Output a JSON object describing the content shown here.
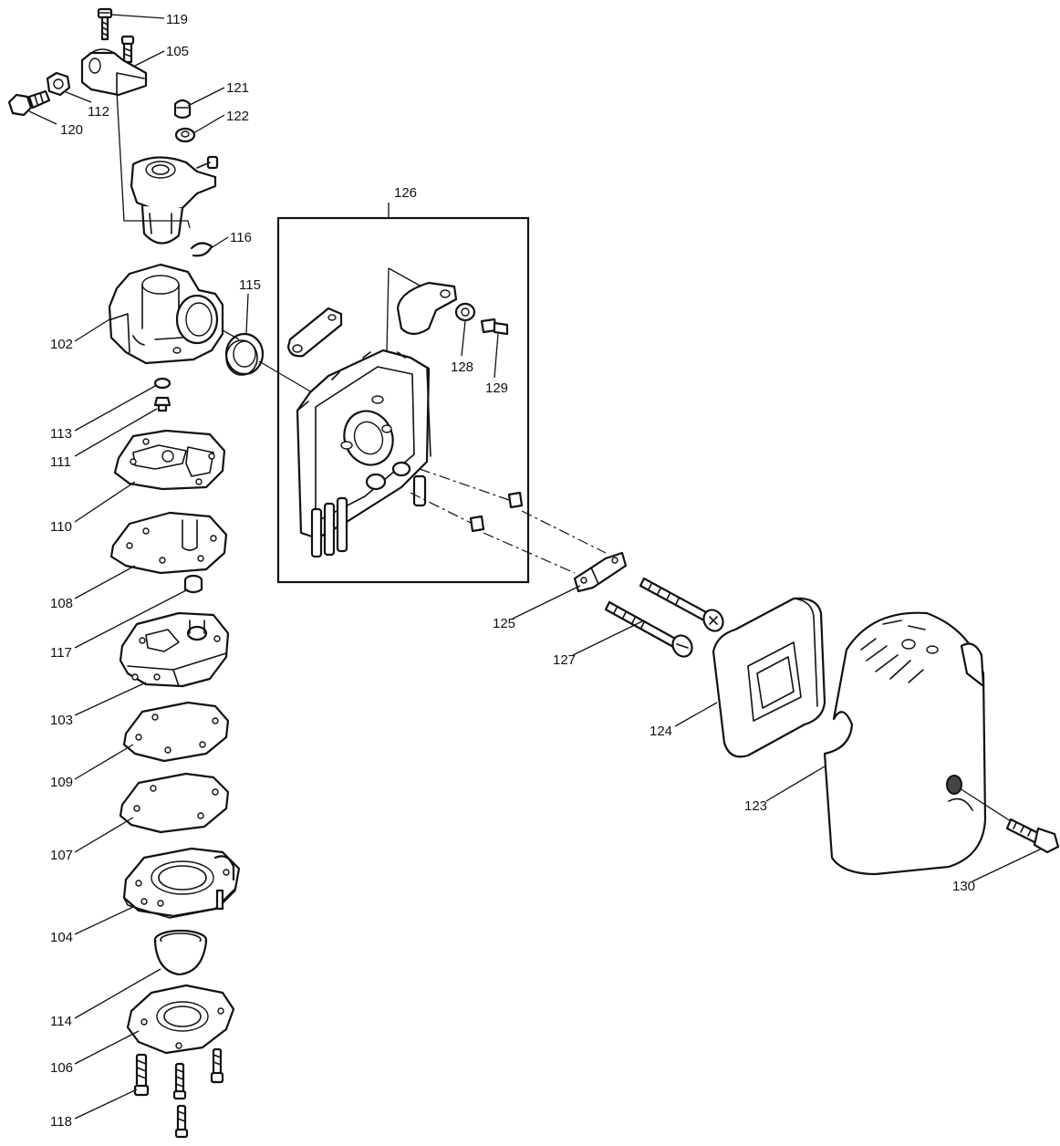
{
  "diagram": {
    "callouts": [
      {
        "id": "119",
        "text": "119"
      },
      {
        "id": "105",
        "text": "105"
      },
      {
        "id": "112",
        "text": "112"
      },
      {
        "id": "120",
        "text": "120"
      },
      {
        "id": "121",
        "text": "121"
      },
      {
        "id": "122",
        "text": "122"
      },
      {
        "id": "116",
        "text": "116"
      },
      {
        "id": "102",
        "text": "102"
      },
      {
        "id": "115",
        "text": "115"
      },
      {
        "id": "126",
        "text": "126"
      },
      {
        "id": "128",
        "text": "128"
      },
      {
        "id": "129",
        "text": "129"
      },
      {
        "id": "113",
        "text": "113"
      },
      {
        "id": "111",
        "text": "111"
      },
      {
        "id": "110",
        "text": "110"
      },
      {
        "id": "108",
        "text": "108"
      },
      {
        "id": "117",
        "text": "117"
      },
      {
        "id": "103",
        "text": "103"
      },
      {
        "id": "109",
        "text": "109"
      },
      {
        "id": "107",
        "text": "107"
      },
      {
        "id": "104",
        "text": "104"
      },
      {
        "id": "114",
        "text": "114"
      },
      {
        "id": "106",
        "text": "106"
      },
      {
        "id": "118",
        "text": "118"
      },
      {
        "id": "125",
        "text": "125"
      },
      {
        "id": "127",
        "text": "127"
      },
      {
        "id": "124",
        "text": "124"
      },
      {
        "id": "123",
        "text": "123"
      },
      {
        "id": "130",
        "text": "130"
      }
    ]
  }
}
